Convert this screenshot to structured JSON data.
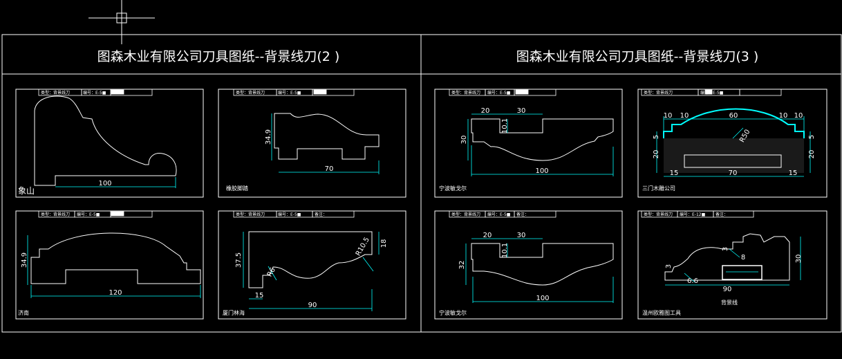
{
  "sheets": [
    {
      "title": "图森木业有限公司刀具图纸--背景线刀(2 )",
      "panels": [
        {
          "titleblock": {
            "type": "类型：背景线刀",
            "code": "编号：E-5■"
          },
          "dims": {
            "width": "100"
          },
          "caption": "象山"
        },
        {
          "titleblock": {
            "type": "类型：背景线刀",
            "code": "编号：E-5■"
          },
          "dims": {
            "height": "34.9",
            "width": "70"
          },
          "caption": "橡胶脚踏"
        },
        {
          "titleblock": {
            "type": "类型：背景线刀",
            "code": "编号：E-5■"
          },
          "dims": {
            "height": "34.9",
            "width": "120"
          },
          "caption": "济南"
        },
        {
          "titleblock": {
            "type": "类型：背景线刀",
            "code": "编号：E-5■",
            "note": "备注："
          },
          "dims": {
            "height": "37.5",
            "right": "18",
            "r1": "R10.5",
            "r2": "R6",
            "offset": "15",
            "width": "90"
          },
          "caption": "厦门林海"
        }
      ]
    },
    {
      "title": "图森木业有限公司刀具图纸--背景线刀(3 )",
      "panels": [
        {
          "titleblock": {
            "type": "类型：背景线刀",
            "code": "编号：E-5■"
          },
          "dims": {
            "a": "20",
            "b": "30",
            "c": "10.1",
            "height": "30",
            "width": "100"
          },
          "caption": "宁波敏戈尔"
        },
        {
          "titleblock": {
            "type": "类型：背景线刀",
            "code": "编号：E-5■"
          },
          "dims": {
            "t1": "10",
            "t2": "10",
            "t3": "60",
            "t4": "10",
            "t5": "10",
            "radius": "R50",
            "l1": "5",
            "l2": "20",
            "r1": "5",
            "r2": "20",
            "b1": "15",
            "b2": "70",
            "b3": "15"
          },
          "caption": "三门木雕公司"
        },
        {
          "titleblock": {
            "type": "类型：背景线刀",
            "code": "编号：E-5■",
            "note": "备注："
          },
          "dims": {
            "a": "20",
            "b": "30",
            "c": "10.1",
            "height": "32",
            "width": "100"
          },
          "caption": "宁波敏戈尔"
        },
        {
          "titleblock": {
            "type": "类型：背景线刀",
            "code": "编号：E-12■",
            "note": "备注："
          },
          "dims": {
            "s1": "3",
            "s2": "3",
            "s3": "8",
            "height": "30",
            "r": "6.6",
            "width": "90"
          },
          "caption": "温州欧雅图工具",
          "label": "背景线"
        }
      ]
    }
  ],
  "colors": {
    "background": "#000000",
    "line": "#ffffff",
    "dimension": "#00ffff"
  },
  "icons": [
    "crosshair-cursor-icon"
  ]
}
